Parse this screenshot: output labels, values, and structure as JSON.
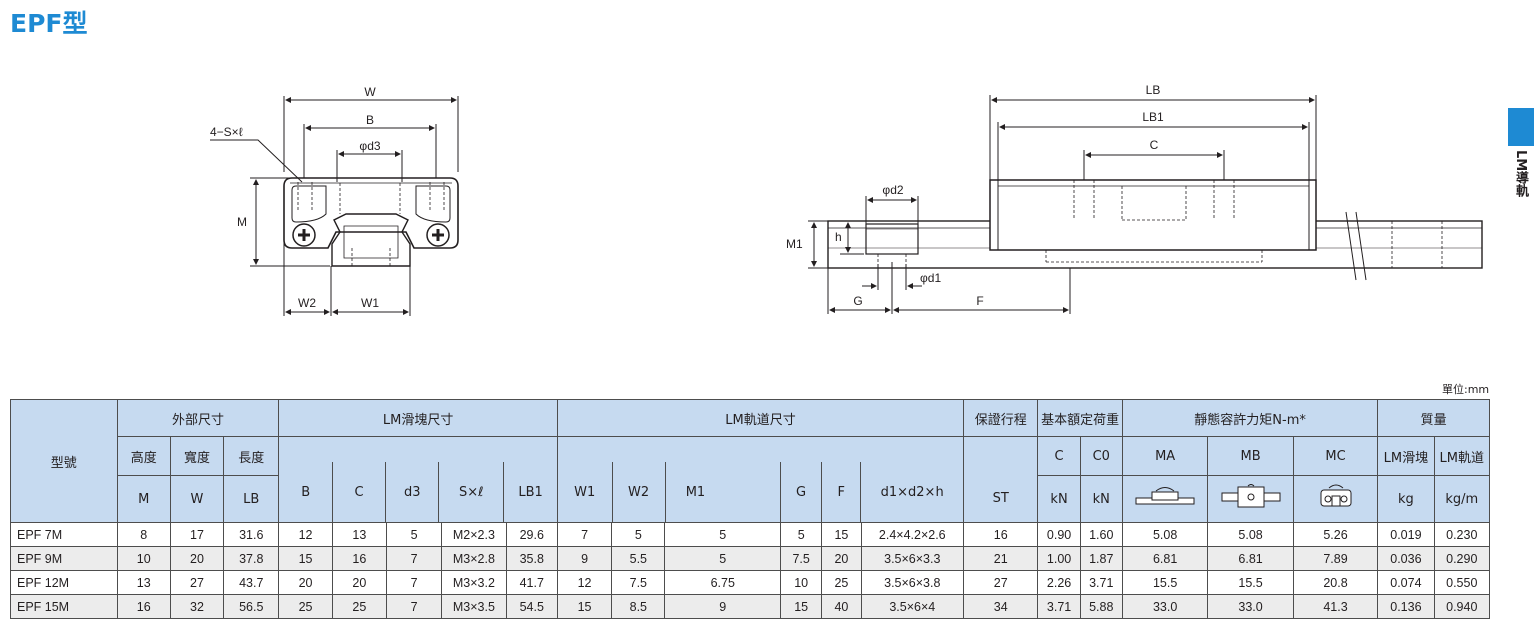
{
  "title": "EPF型",
  "side_tab": {
    "label": "LM導軌",
    "color": "#1e8ad3"
  },
  "unit_note": "單位:mm",
  "colors": {
    "accent": "#1e8ad3",
    "header_bg": "#c6daf0",
    "alt_row_bg": "#ececec"
  },
  "drawing_left": {
    "label_W": "W",
    "label_B": "B",
    "label_d3": "φd3",
    "label_SL": "4−S×ℓ",
    "label_M": "M",
    "label_W2": "W2",
    "label_W1": "W1"
  },
  "drawing_right": {
    "label_LB": "LB",
    "label_LB1": "LB1",
    "label_C": "C",
    "label_d2": "φd2",
    "label_M1": "M1",
    "label_h": "h",
    "label_d1": "φd1",
    "label_G": "G",
    "label_F": "F"
  },
  "table": {
    "col_model": "型號",
    "groups": {
      "outer": "外部尺寸",
      "block": "LM滑塊尺寸",
      "rail": "LM軌道尺寸",
      "seal": "保證行程",
      "load": "基本額定荷重",
      "moment": "靜態容許力矩N-m*",
      "mass": "質量"
    },
    "sub": {
      "height": "高度",
      "width": "寬度",
      "length": "長度",
      "mass_block": "LM滑塊",
      "mass_rail": "LM軌道"
    },
    "symbols": {
      "M": "M",
      "W": "W",
      "LB": "LB",
      "B": "B",
      "C": "C",
      "d3": "d3",
      "SL": "S×ℓ",
      "LB1": "LB1",
      "W1": "W1",
      "W2": "W2",
      "M1": "M1",
      "G": "G",
      "F": "F",
      "d1d2h": "d1×d2×h",
      "ST": "ST",
      "Cload": "C",
      "C0": "C0",
      "MA": "MA",
      "MB": "MB",
      "MC": "MC"
    },
    "units": {
      "kN1": "kN",
      "kN2": "kN",
      "kg": "kg",
      "kgm": "kg/m"
    },
    "rows": [
      [
        "EPF 7M",
        "8",
        "17",
        "31.6",
        "12",
        "13",
        "5",
        "M2×2.3",
        "29.6",
        "7",
        "5",
        "5",
        "5",
        "15",
        "2.4×4.2×2.6",
        "16",
        "0.90",
        "1.60",
        "5.08",
        "5.08",
        "5.26",
        "0.019",
        "0.230"
      ],
      [
        "EPF 9M",
        "10",
        "20",
        "37.8",
        "15",
        "16",
        "7",
        "M3×2.8",
        "35.8",
        "9",
        "5.5",
        "5",
        "7.5",
        "20",
        "3.5×6×3.3",
        "21",
        "1.00",
        "1.87",
        "6.81",
        "6.81",
        "7.89",
        "0.036",
        "0.290"
      ],
      [
        "EPF 12M",
        "13",
        "27",
        "43.7",
        "20",
        "20",
        "7",
        "M3×3.2",
        "41.7",
        "12",
        "7.5",
        "6.75",
        "10",
        "25",
        "3.5×6×3.8",
        "27",
        "2.26",
        "3.71",
        "15.5",
        "15.5",
        "20.8",
        "0.074",
        "0.550"
      ],
      [
        "EPF 15M",
        "16",
        "32",
        "56.5",
        "25",
        "25",
        "7",
        "M3×3.5",
        "54.5",
        "15",
        "8.5",
        "9",
        "15",
        "40",
        "3.5×6×4",
        "34",
        "3.71",
        "5.88",
        "33.0",
        "33.0",
        "41.3",
        "0.136",
        "0.940"
      ]
    ]
  }
}
